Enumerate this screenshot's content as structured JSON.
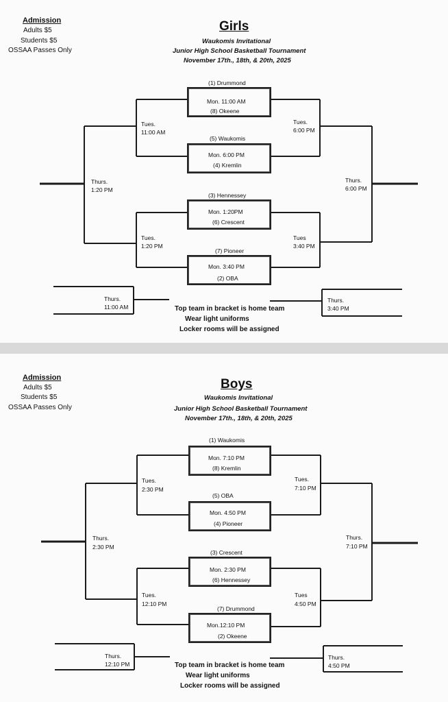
{
  "girls": {
    "admission": {
      "title": "Admission",
      "adults": "Adults $5",
      "students": "Students $5",
      "passes": "OSSAA Passes Only"
    },
    "title": "Girls",
    "subtitle1": "Waukomis Invitational",
    "subtitle2": "Junior High School Basketball Tournament",
    "subtitle3": "November 17th., 18th, & 20th, 2025",
    "games": [
      {
        "top": "(1) Drummond",
        "time": "Mon. 11:00 AM",
        "bottom": "(8) Okeene"
      },
      {
        "top": "(5) Waukomis",
        "time": "Mon. 6:00 PM",
        "bottom": "(4) Kremlin"
      },
      {
        "top": "(3) Hennessey",
        "time": "Mon. 1:20PM",
        "bottom": "(6) Crescent"
      },
      {
        "top": "(7) Pioneer",
        "time": "Mon. 3:40 PM",
        "bottom": "(2) OBA"
      }
    ],
    "left_semi_top": {
      "day": "Tues.",
      "time": "11:00 AM"
    },
    "left_semi_bottom": {
      "day": "Tues.",
      "time": "1:20 PM"
    },
    "right_semi_top": {
      "day": "Tues.",
      "time": "6:00 PM"
    },
    "right_semi_bottom": {
      "day": "Tues",
      "time": "3:40 PM"
    },
    "left_final": {
      "day": "Thurs.",
      "time": "1:20 PM"
    },
    "right_final": {
      "day": "Thurs.",
      "time": "6:00 PM"
    },
    "consol_left": {
      "day": "Thurs.",
      "time": "11:00 AM"
    },
    "consol_right": {
      "day": "Thurs.",
      "time": "3:40 PM"
    },
    "notes": [
      "Top team in bracket is home team",
      "Wear light uniforms",
      "Locker rooms will be assigned"
    ]
  },
  "boys": {
    "admission": {
      "title": "Admission",
      "adults": "Adults $5",
      "students": "Students $5",
      "passes": "OSSAA Passes Only"
    },
    "title": "Boys",
    "subtitle1": "Waukomis Invitational",
    "subtitle2": "Junior High School Basketball Tournament",
    "subtitle3": "November 17th., 18th, & 20th, 2025",
    "games": [
      {
        "top": "(1) Waukomis",
        "time": "Mon. 7:10 PM",
        "bottom": "(8) Kremlin"
      },
      {
        "top": "(5) OBA",
        "time": "Mon. 4:50 PM",
        "bottom": "(4) Pioneer"
      },
      {
        "top": "(3) Crescent",
        "time": "Mon. 2:30 PM",
        "bottom": "(6) Hennessey"
      },
      {
        "top": "(7) Drummond",
        "time": "Mon.12:10 PM",
        "bottom": "(2) Okeene"
      }
    ],
    "left_semi_top": {
      "day": "Tues.",
      "time": "2:30 PM"
    },
    "left_semi_bottom": {
      "day": "Tues.",
      "time": "12:10 PM"
    },
    "right_semi_top": {
      "day": "Tues.",
      "time": "7:10 PM"
    },
    "right_semi_bottom": {
      "day": "Tues",
      "time": "4:50 PM"
    },
    "left_final": {
      "day": "Thurs.",
      "time": "2:30 PM"
    },
    "right_final": {
      "day": "Thurs.",
      "time": "7:10 PM"
    },
    "consol_left": {
      "day": "Thurs.",
      "time": "12:10 PM"
    },
    "consol_right": {
      "day": "Thurs.",
      "time": "4:50 PM"
    },
    "notes": [
      "Top team in bracket is home team",
      "Wear light uniforms",
      "Locker rooms will be assigned"
    ]
  }
}
